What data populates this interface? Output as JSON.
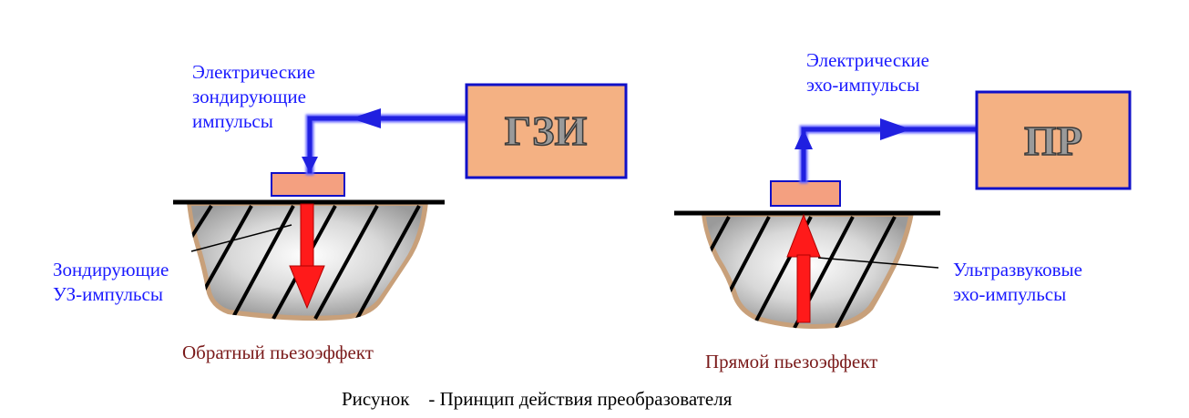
{
  "left": {
    "box_label": "ГЗИ",
    "electric_label": [
      "Электрические",
      "зондирующие",
      "импульсы"
    ],
    "us_label": [
      "Зондирующие",
      "УЗ-импульсы"
    ],
    "effect_label": "Обратный пьезоэффект"
  },
  "right": {
    "box_label": "ПР",
    "electric_label": [
      "Электрические",
      "эхо-импульсы"
    ],
    "us_label": [
      "Ультразвуковые",
      "эхо-импульсы"
    ],
    "effect_label": "Прямой пьезоэффект"
  },
  "caption": "Рисунок    - Принцип действия преобразователя",
  "colors": {
    "box_fill": "#f4b183",
    "box_stroke": "#1010c8",
    "wire": "#2a2ad8",
    "label_blue": "#1a1aff",
    "label_brown": "#7a1a1a",
    "arrow_red": "#ff1a1a"
  }
}
